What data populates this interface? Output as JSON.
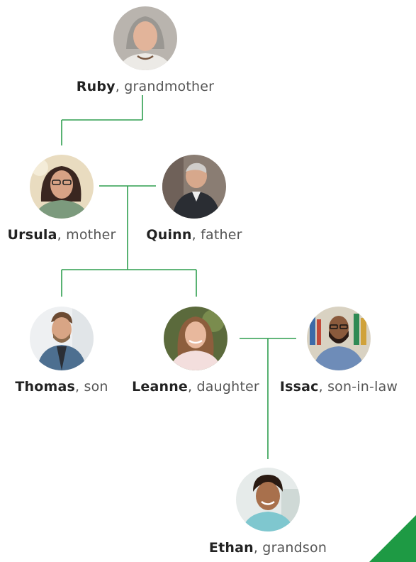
{
  "members": {
    "ruby": {
      "name": "Ruby",
      "relation": ", grandmother"
    },
    "ursula": {
      "name": "Ursula",
      "relation": ", mother"
    },
    "quinn": {
      "name": "Quinn",
      "relation": ", father"
    },
    "thomas": {
      "name": "Thomas",
      "relation": ", son"
    },
    "leanne": {
      "name": "Leanne",
      "relation": ", daughter"
    },
    "issac": {
      "name": "Issac",
      "relation": ", son-in-law"
    },
    "ethan": {
      "name": "Ethan",
      "relation": ", grandson"
    }
  },
  "colors": {
    "connector": "#2e9e4f",
    "corner_accent": "#1e9a44"
  }
}
